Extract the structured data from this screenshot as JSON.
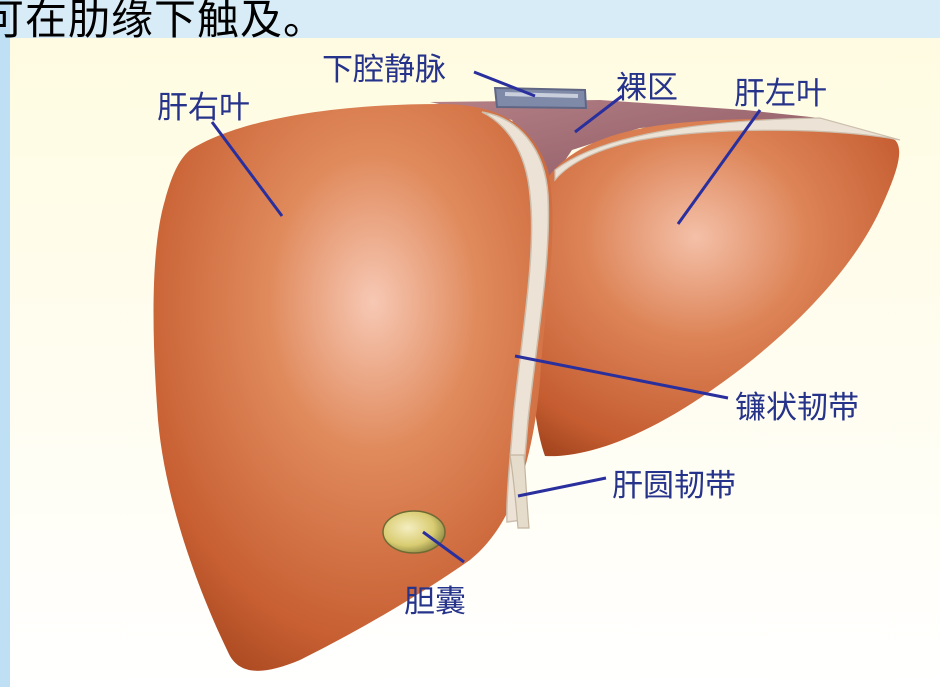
{
  "heading": "可在肋缘下触及。",
  "labels": {
    "ivc": "下腔静脉",
    "bare_area": "裸区",
    "right_lobe": "肝右叶",
    "left_lobe": "肝左叶",
    "falciform_ligament": "镰状韧带",
    "round_ligament": "肝圆韧带",
    "gallbladder": "胆囊"
  },
  "colors": {
    "label_text": "#26338a",
    "leader_line": "#2a2f9e",
    "liver": "#c9633a",
    "ligament": "#ece3d6",
    "bare_area": "#9b6670",
    "gallbladder": "#d9cc72"
  }
}
